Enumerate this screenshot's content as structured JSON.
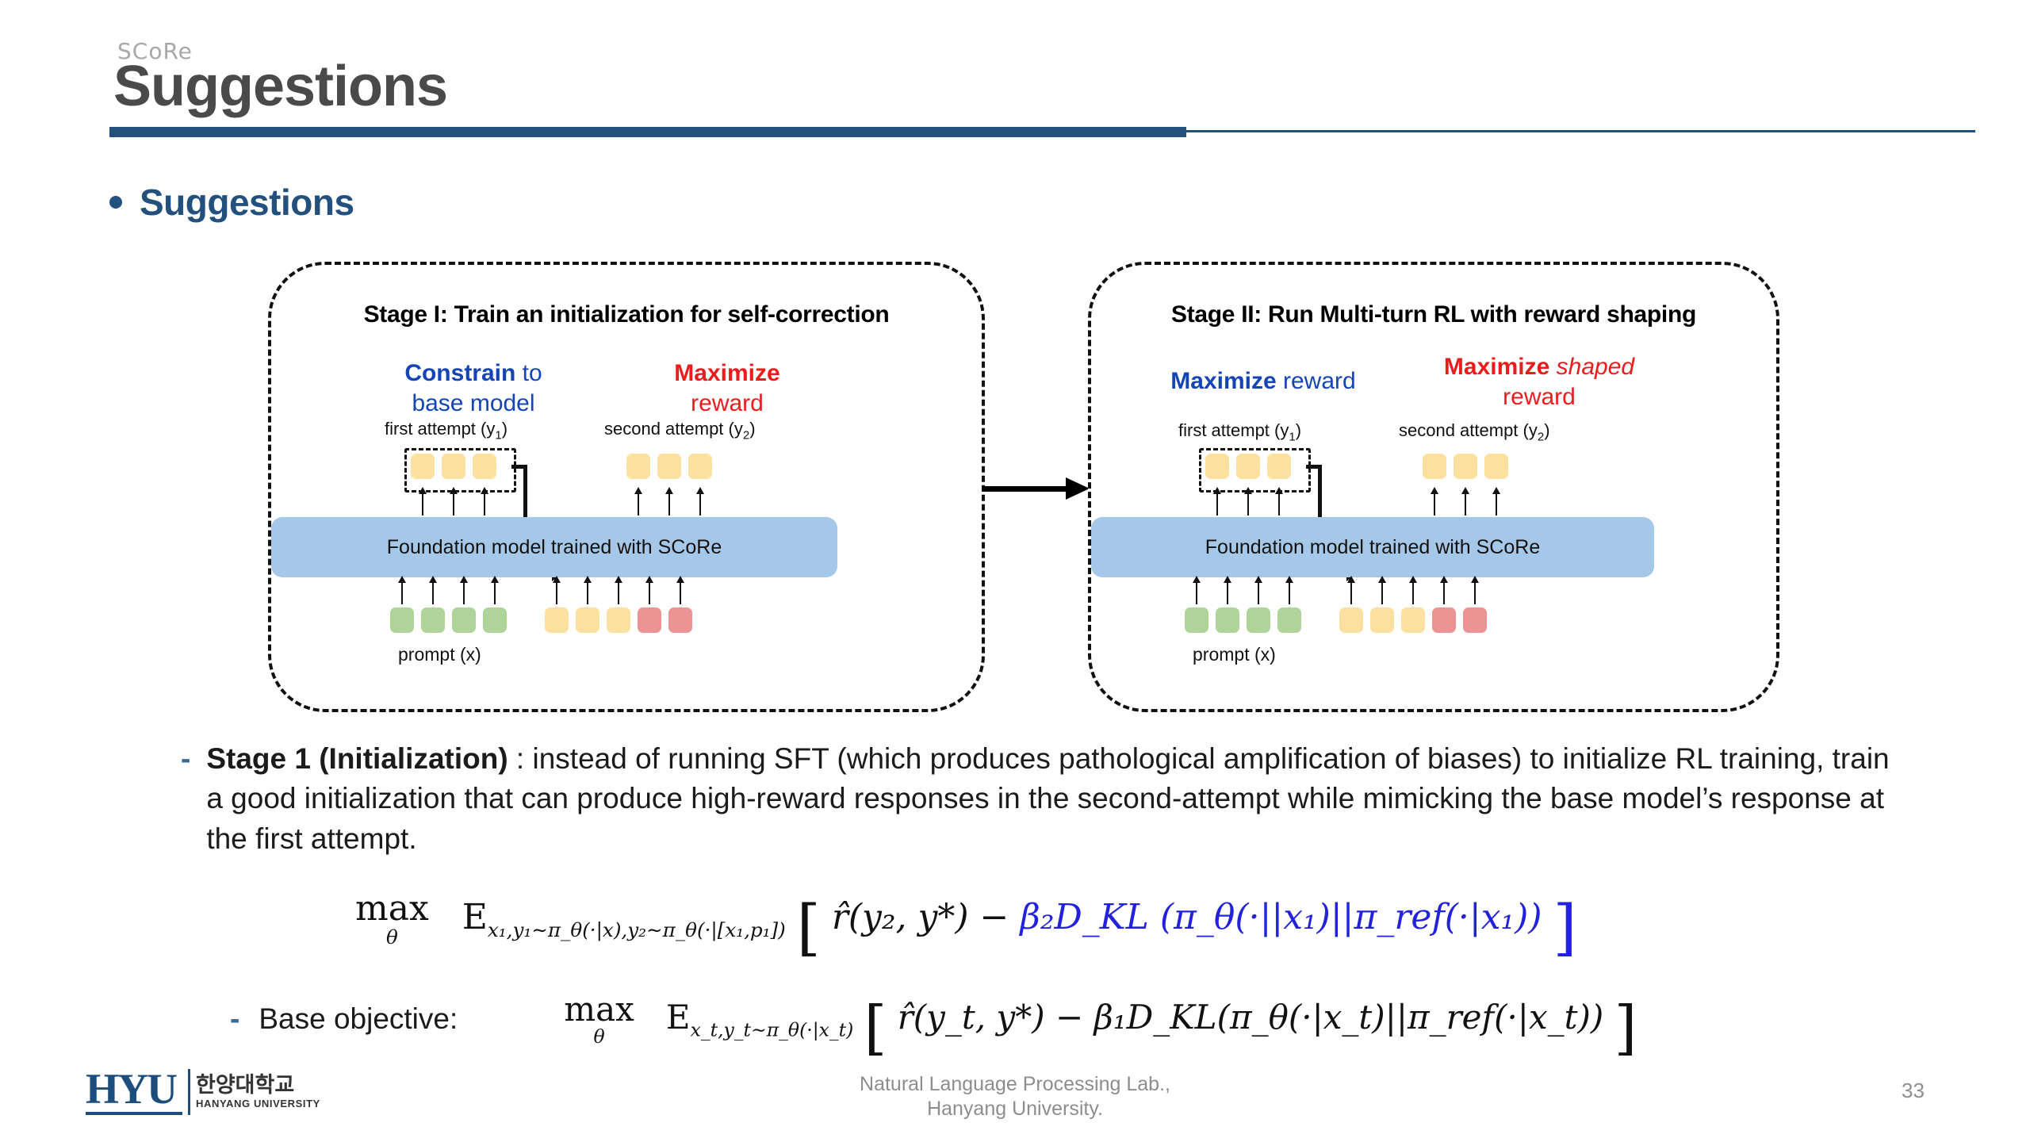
{
  "header": {
    "eyebrow": "SCoRe",
    "title": "Suggestions",
    "rule_color": "#24507d"
  },
  "section": {
    "bullet_label": "Suggestions",
    "bullet_color": "#24507d"
  },
  "diagram": {
    "stage1": {
      "heading": "Stage I: Train an initialization for self-correction",
      "left_objective": {
        "keyword": "Constrain",
        "rest": " to",
        "line2": "base model",
        "color": "#1545b5"
      },
      "right_objective": {
        "keyword": "Maximize",
        "rest": "",
        "line2": "reward",
        "color": "#ec1c1c"
      },
      "first_attempt_label": "first attempt (y",
      "first_attempt_sub": "1",
      "first_attempt_tail": ")",
      "second_attempt_label": "second attempt (y",
      "second_attempt_sub": "2",
      "second_attempt_tail": ")",
      "model_label": "Foundation model trained with SCoRe",
      "prompt_label": "prompt (x)",
      "first_attempt_tokens": [
        "yellow",
        "yellow",
        "yellow"
      ],
      "second_attempt_tokens": [
        "yellow",
        "yellow",
        "yellow"
      ],
      "prompt_tokens": [
        "green",
        "green",
        "green",
        "green"
      ],
      "output_tokens": [
        "yellow",
        "yellow",
        "yellow",
        "red",
        "red"
      ]
    },
    "stage2": {
      "heading": "Stage II: Run Multi-turn RL with reward shaping",
      "left_objective": {
        "keyword": "Maximize",
        "rest": " reward",
        "line2": "",
        "color": "#1545b5"
      },
      "right_objective": {
        "keyword": "Maximize",
        "rest": " shaped",
        "line2": "reward",
        "color": "#ec1c1c"
      },
      "first_attempt_label": "first attempt (y",
      "first_attempt_sub": "1",
      "first_attempt_tail": ")",
      "second_attempt_label": "second attempt (y",
      "second_attempt_sub": "2",
      "second_attempt_tail": ")",
      "model_label": "Foundation model trained with SCoRe",
      "prompt_label": "prompt (x)",
      "first_attempt_tokens": [
        "yellow",
        "yellow",
        "yellow"
      ],
      "second_attempt_tokens": [
        "yellow",
        "yellow",
        "yellow"
      ],
      "prompt_tokens": [
        "green",
        "green",
        "green",
        "green"
      ],
      "output_tokens": [
        "yellow",
        "yellow",
        "yellow",
        "red",
        "red"
      ]
    },
    "token_colors": {
      "yellow": "#fce0a0",
      "green": "#afd49a",
      "red": "#ec9393"
    },
    "model_box_color": "#a6c8e8"
  },
  "body": {
    "bullet_dash": "-",
    "stage1_bold": "Stage 1 (Initialization)",
    "stage1_rest": " : instead of running SFT (which produces pathological amplification of biases) to initialize RL training, train a good initialization that can produce high-reward responses in the second-attempt while mimicking the base model’s response at the first attempt."
  },
  "formulas": {
    "main": {
      "operator": "max",
      "operator_sub": "θ",
      "expectation": "E",
      "expectation_sub": "x₁,y₁∼π_θ(·|x),y₂∼π_θ(·|[x₁,p₁])",
      "reward_term": "r̂(y₂, y*)",
      "minus": "−",
      "kl_term": "β₂D_KL (π_θ(·||x₁)||π_ref(·|x₁))",
      "kl_color": "#2222dd"
    },
    "base": {
      "label": "Base objective:",
      "operator": "max",
      "operator_sub": "θ",
      "expectation": "E",
      "expectation_sub": "x_t,y_t∼π_θ(·|x_t)",
      "reward_term": "r̂(y_t, y*)",
      "minus": "−",
      "kl_term": "β₁D_KL(π_θ(·|x_t)||π_ref(·|x_t))",
      "kl_color": "#111111"
    }
  },
  "footer": {
    "logo_mark": "HYU",
    "logo_korean": "한양대학교",
    "logo_english": "HANYANG UNIVERSITY",
    "center_line1": "Natural Language Processing Lab.,",
    "center_line2": "Hanyang University.",
    "page_number": "33"
  }
}
